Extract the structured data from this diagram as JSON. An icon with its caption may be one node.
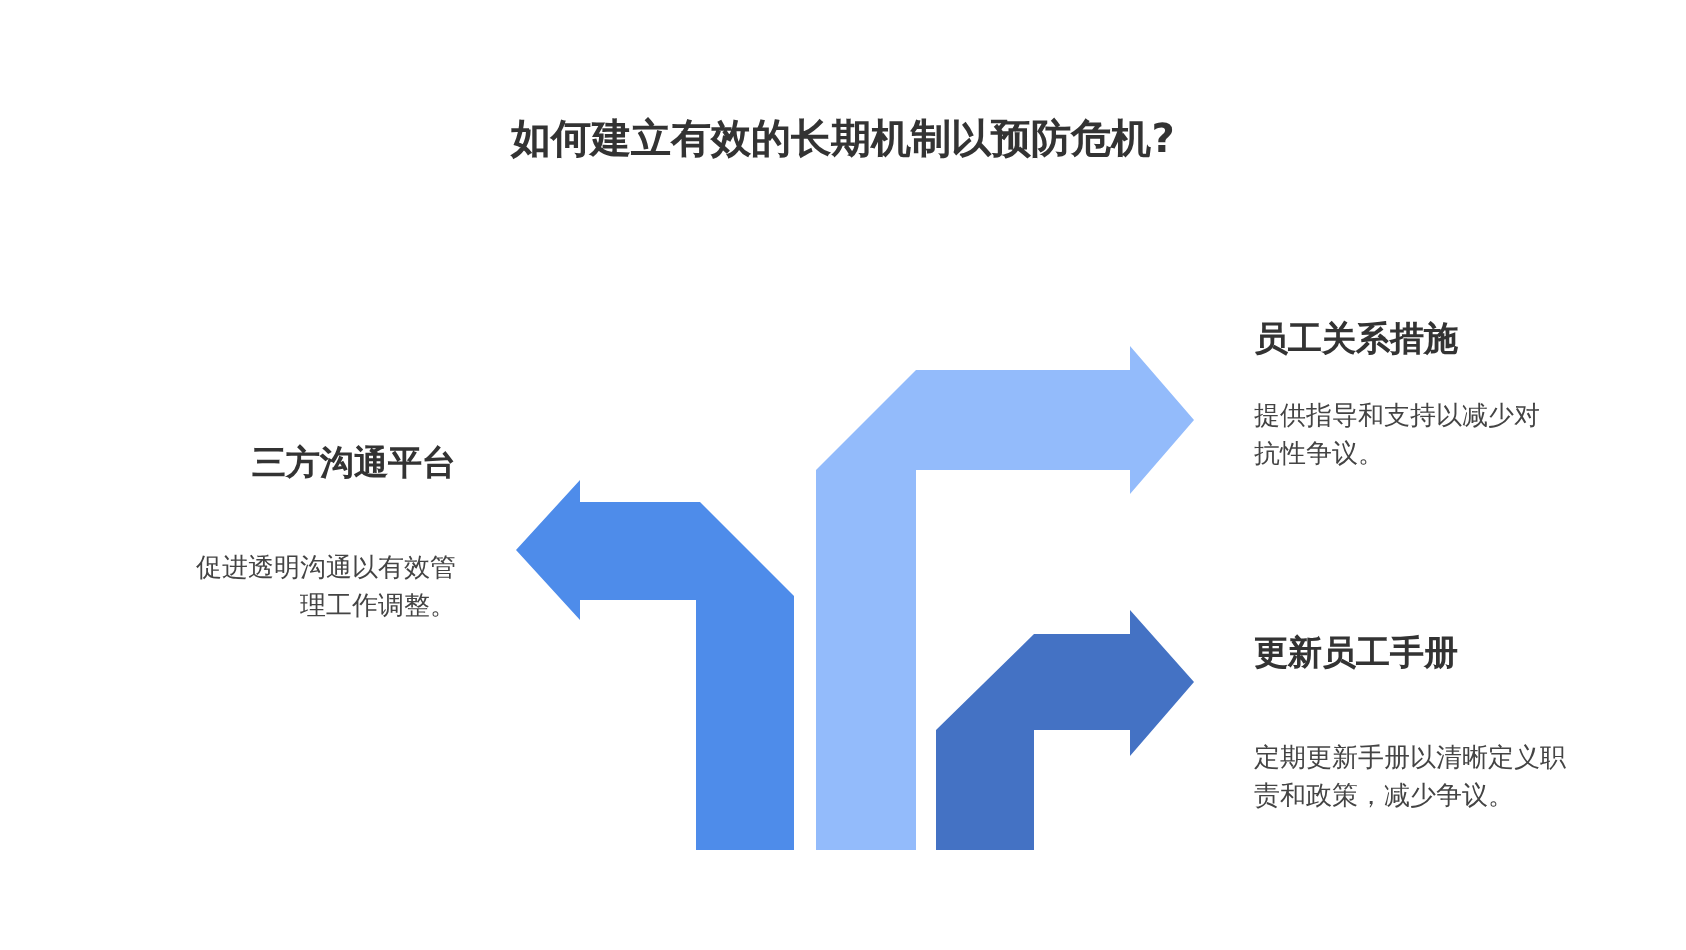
{
  "diagram": {
    "title": "如何建立有效的长期机制以预防危机?",
    "nodes": [
      {
        "text": [
          "三方沟通平台",
          "促进透明沟通以有效管理工作调整。"
        ]
      },
      {
        "text": [
          "员工关系措施",
          "提供指导和支持以减少对抗性争议。"
        ]
      },
      {
        "text": [
          "更新员工手册",
          "定期更新手册以清晰定义职责和政策，减少争议。"
        ]
      }
    ],
    "edges": []
  }
}
